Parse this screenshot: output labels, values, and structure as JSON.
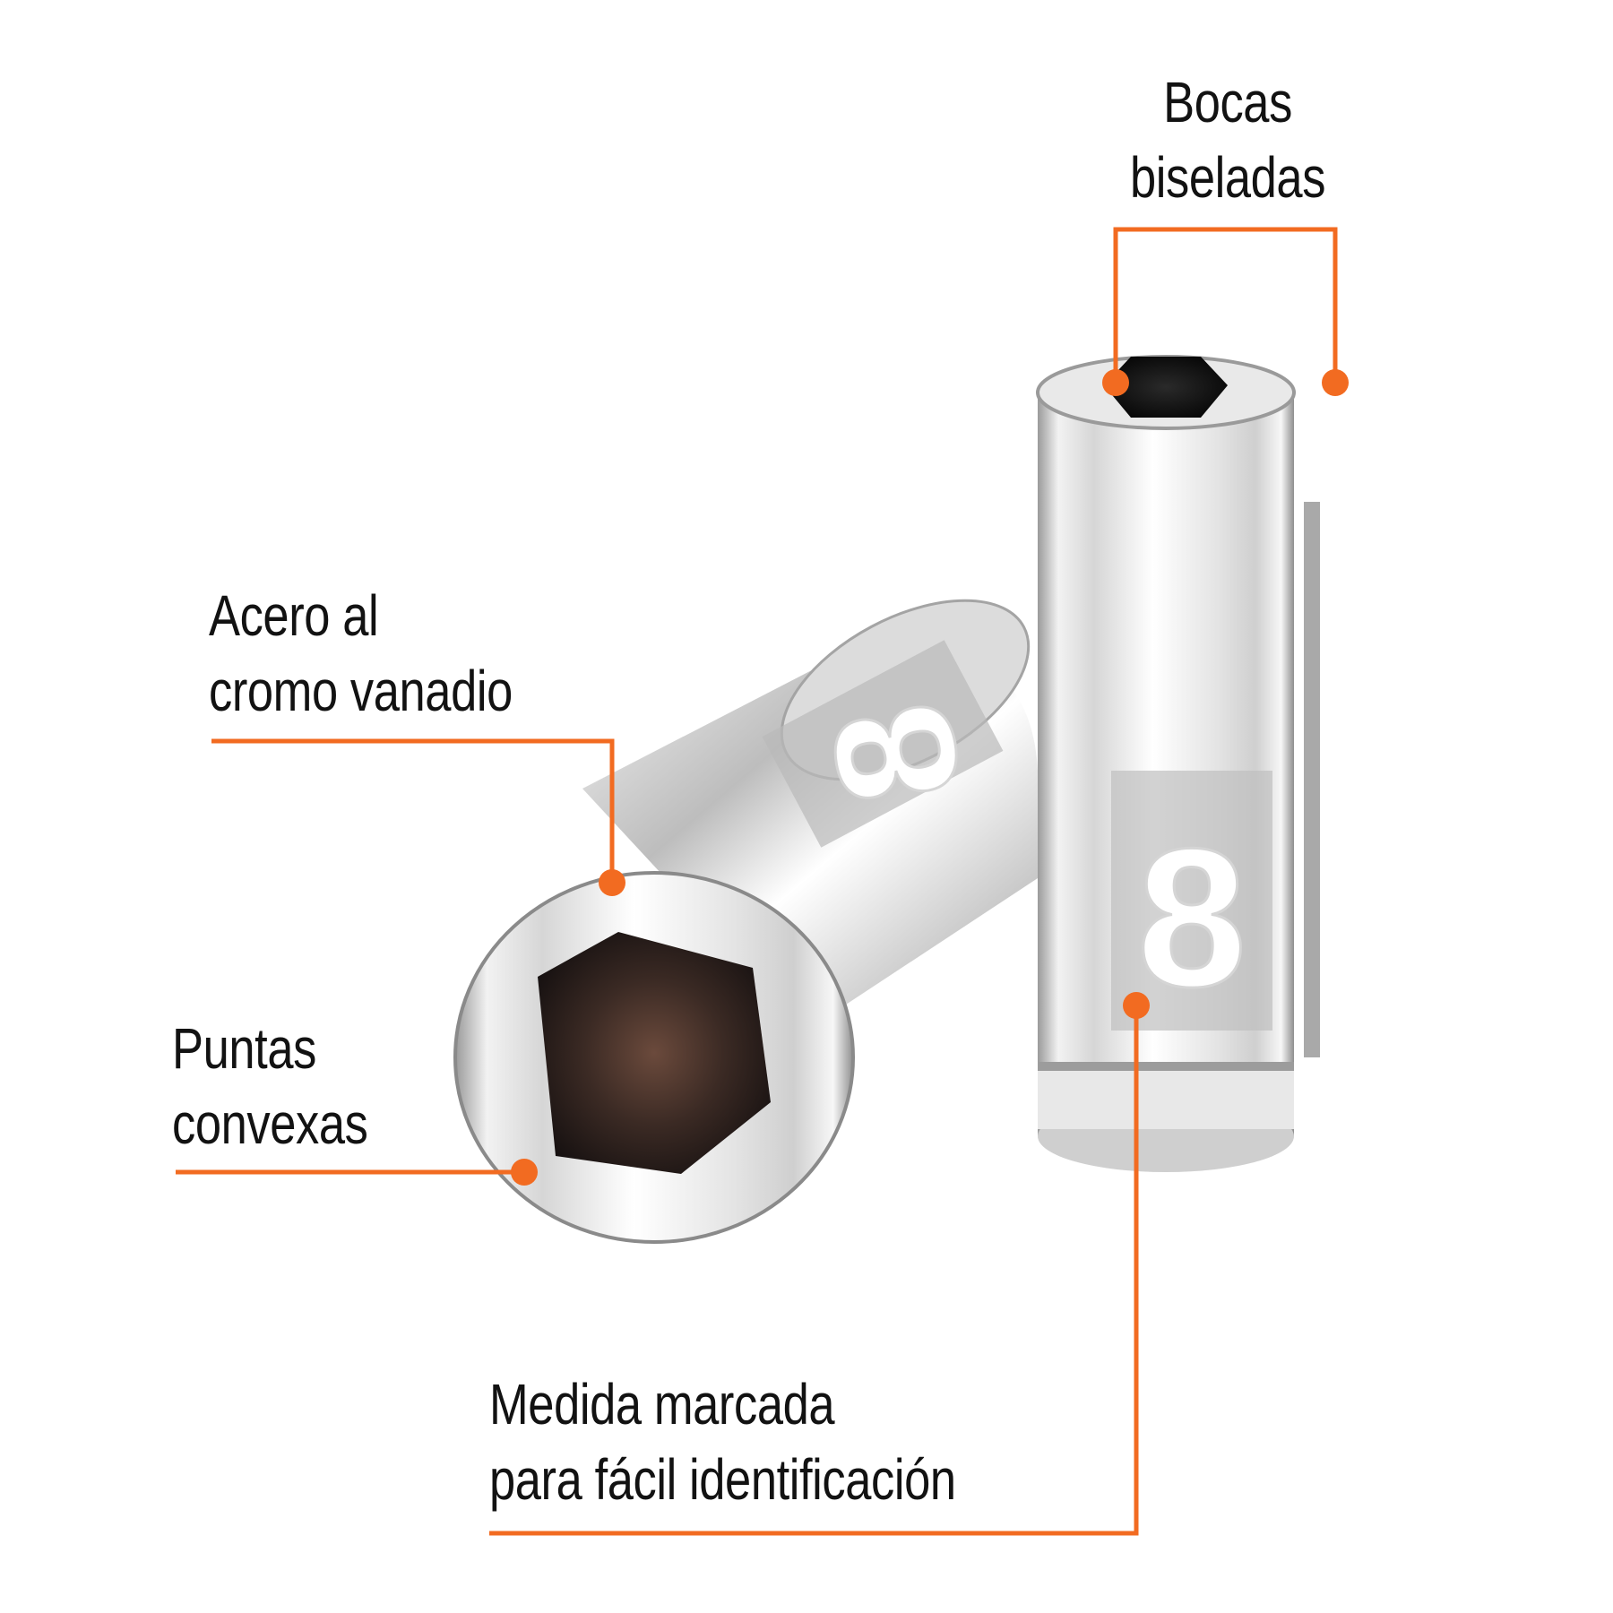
{
  "callouts": {
    "bevel": {
      "line1": "Bocas",
      "line2": "biseladas"
    },
    "steel": {
      "line1": "Acero al",
      "line2": "cromo vanadio"
    },
    "tips": {
      "line1": "Puntas",
      "line2": "convexas"
    },
    "size": {
      "line1": "Medida marcada",
      "line2": "para fácil identificación"
    }
  },
  "sockets": {
    "left_size_mark": "8",
    "right_size_mark": "8"
  },
  "colors": {
    "accent": "#F26B21",
    "text": "#121212",
    "background": "#FFFFFF",
    "chrome": "#D9D9D9"
  }
}
